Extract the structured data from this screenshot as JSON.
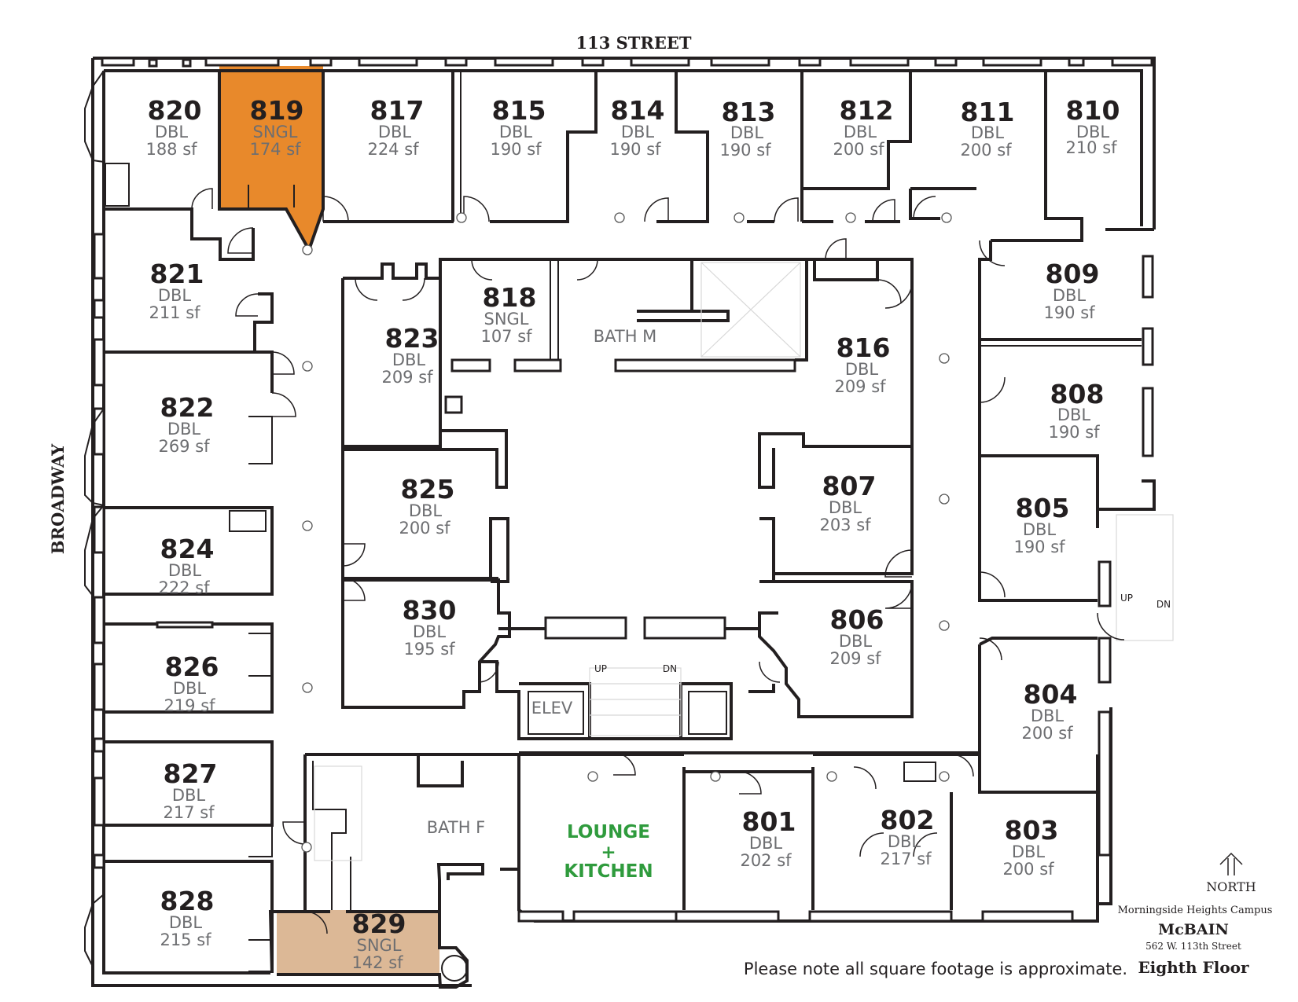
{
  "map": {
    "streets": {
      "north": "113 STREET",
      "west": "BROADWAY"
    },
    "rooms": [
      {
        "id": "820",
        "type": "DBL",
        "area": "188 sf"
      },
      {
        "id": "819",
        "type": "SNGL",
        "area": "174 sf",
        "highlight": "#e8892b"
      },
      {
        "id": "817",
        "type": "DBL",
        "area": "224 sf"
      },
      {
        "id": "815",
        "type": "DBL",
        "area": "190 sf"
      },
      {
        "id": "814",
        "type": "DBL",
        "area": "190 sf"
      },
      {
        "id": "813",
        "type": "DBL",
        "area": "190 sf"
      },
      {
        "id": "812",
        "type": "DBL",
        "area": "200 sf"
      },
      {
        "id": "811",
        "type": "DBL",
        "area": "200 sf"
      },
      {
        "id": "810",
        "type": "DBL",
        "area": "210 sf"
      },
      {
        "id": "821",
        "type": "DBL",
        "area": "211 sf"
      },
      {
        "id": "818",
        "type": "SNGL",
        "area": "107 sf"
      },
      {
        "id": "809",
        "type": "DBL",
        "area": "190 sf"
      },
      {
        "id": "823",
        "type": "DBL",
        "area": "209 sf"
      },
      {
        "id": "816",
        "type": "DBL",
        "area": "209 sf"
      },
      {
        "id": "822",
        "type": "DBL",
        "area": "269 sf"
      },
      {
        "id": "808",
        "type": "DBL",
        "area": "190 sf"
      },
      {
        "id": "825",
        "type": "DBL",
        "area": "200 sf"
      },
      {
        "id": "807",
        "type": "DBL",
        "area": "203 sf"
      },
      {
        "id": "824",
        "type": "DBL",
        "area": "222 sf"
      },
      {
        "id": "805",
        "type": "DBL",
        "area": "190 sf"
      },
      {
        "id": "830",
        "type": "DBL",
        "area": "195 sf"
      },
      {
        "id": "806",
        "type": "DBL",
        "area": "209 sf"
      },
      {
        "id": "826",
        "type": "DBL",
        "area": "219 sf"
      },
      {
        "id": "804",
        "type": "DBL",
        "area": "200 sf"
      },
      {
        "id": "827",
        "type": "DBL",
        "area": "217 sf"
      },
      {
        "id": "801",
        "type": "DBL",
        "area": "202 sf"
      },
      {
        "id": "802",
        "type": "DBL",
        "area": "217 sf"
      },
      {
        "id": "803",
        "type": "DBL",
        "area": "200 sf"
      },
      {
        "id": "828",
        "type": "DBL",
        "area": "215 sf"
      },
      {
        "id": "829",
        "type": "SNGL",
        "area": "142 sf",
        "highlight": "#dcb896"
      }
    ],
    "facilities": {
      "bath_m": "BATH M",
      "bath_f": "BATH F",
      "elevator": "ELEV",
      "lounge_line1": "LOUNGE",
      "lounge_line2": "+",
      "lounge_line3": "KITCHEN",
      "lounge_color": "#2f9b3d"
    },
    "stairs": {
      "center_up": "UP",
      "center_dn": "DN",
      "east_up": "UP",
      "east_dn": "DN"
    }
  },
  "legend": {
    "north_label": "NORTH",
    "campus": "Morningside Heights Campus",
    "building": "McBAIN",
    "address": "562 W. 113th Street",
    "floor": "Eighth Floor"
  },
  "note": "Please note all square footage is approximate."
}
